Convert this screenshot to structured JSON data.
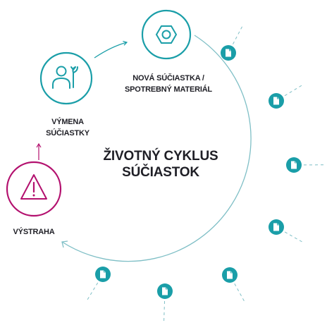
{
  "center_title": {
    "line1": "ŽIVOTNÝ CYKLUS",
    "line2": "SÚČIASTOK"
  },
  "nodes": {
    "new_part": {
      "line1": "NOVÁ SÚČIASTKA /",
      "line2": "SPOTREBNÝ MATERIÁL",
      "icon": "hex-nut-icon"
    },
    "replacement": {
      "line1": "VÝMENA",
      "line2": "SÚČIASTKY",
      "icon": "person-wrench-icon"
    },
    "warning": {
      "line1": "VÝSTRAHA",
      "icon": "warning-triangle-icon"
    }
  },
  "document_markers": {
    "count": 7,
    "icon": "document-icon"
  },
  "colors": {
    "teal": "#1a9ea8",
    "magenta": "#b3106e",
    "cycle_line": "#7fbfc6",
    "text": "#1f1f26"
  }
}
